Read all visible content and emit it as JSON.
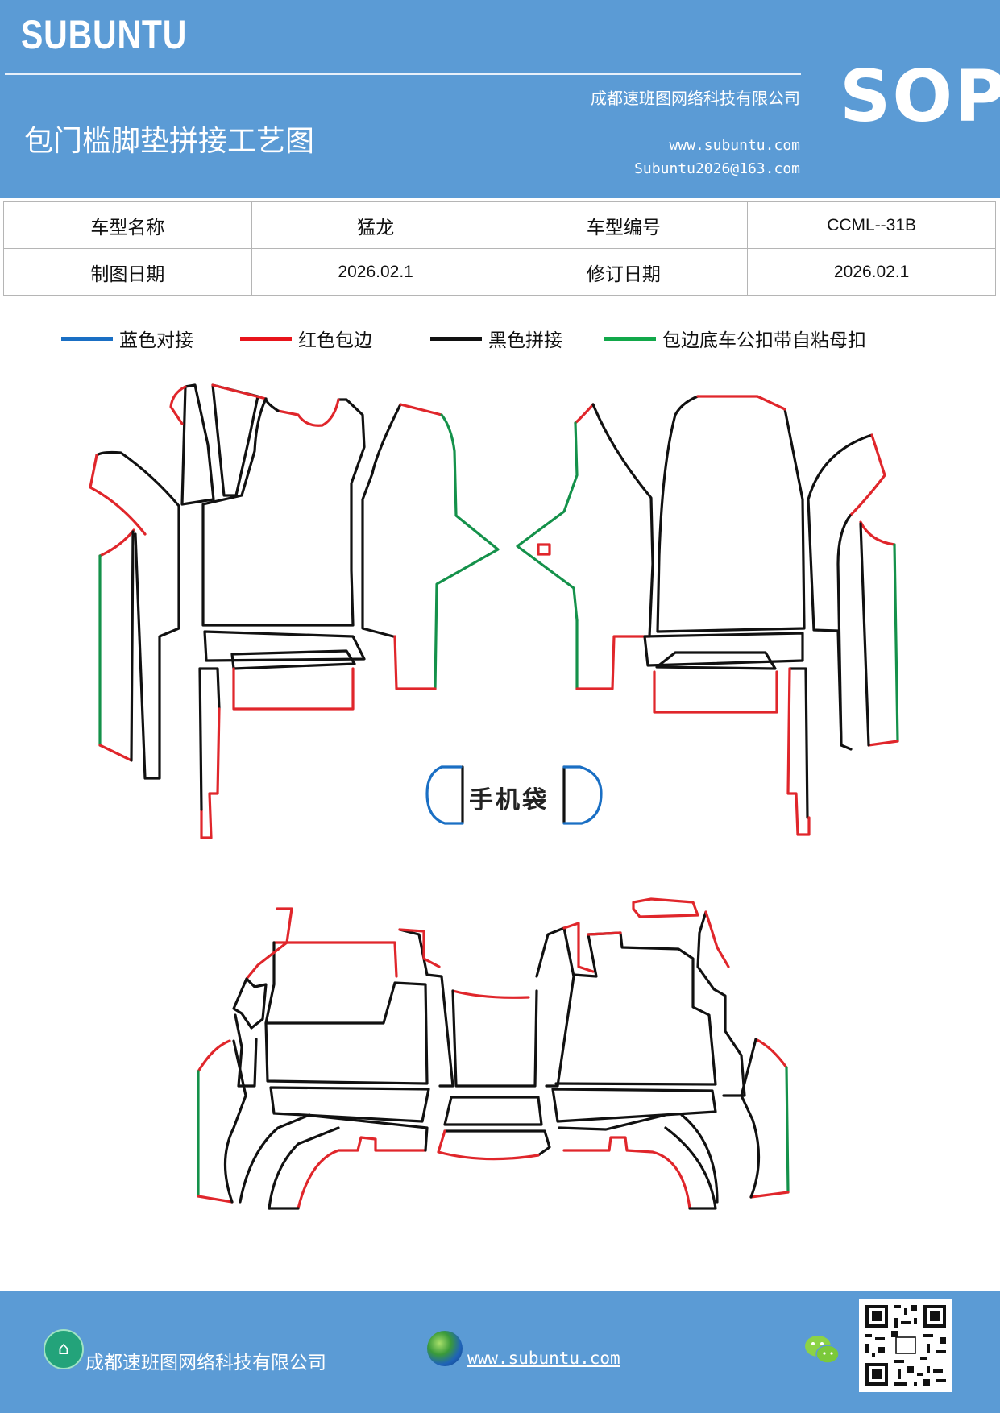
{
  "header": {
    "brand": "SUBUNTU",
    "company": "成都速班图网络科技有限公司",
    "title": "包门槛脚垫拼接工艺图",
    "website": "www.subuntu.com",
    "email": "Subuntu2026@163.com",
    "badge": "SOP"
  },
  "info": {
    "model_name_label": "车型名称",
    "model_name_value": "猛龙",
    "model_code_label": "车型编号",
    "model_code_value": "CCML--31B",
    "draw_date_label": "制图日期",
    "draw_date_value": "2026.02.1",
    "revise_date_label": "修订日期",
    "revise_date_value": "2026.02.1"
  },
  "legend": [
    {
      "label": "蓝色对接",
      "color": "#1a6fc4"
    },
    {
      "label": "红色包边",
      "color": "#e8141b"
    },
    {
      "label": "黑色拼接",
      "color": "#111111"
    },
    {
      "label": "包边底车公扣带自粘母扣",
      "color": "#12a84a"
    }
  ],
  "diagram": {
    "phone_pocket_label": "手机袋",
    "colors": {
      "blue": "#1a6fc4",
      "red": "#e0262b",
      "black": "#111111",
      "green": "#14914a"
    }
  },
  "footer": {
    "company": "成都速班图网络科技有限公司",
    "website": "www.subuntu.com"
  }
}
